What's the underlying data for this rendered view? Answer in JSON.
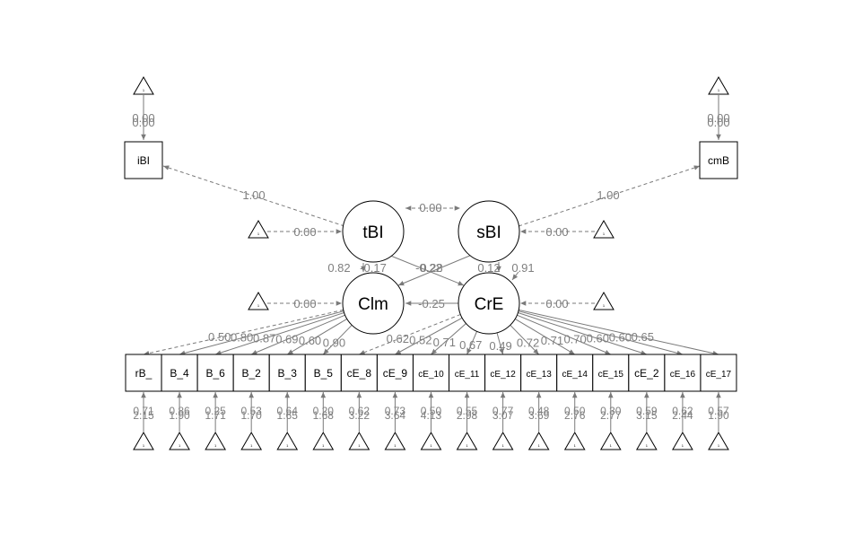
{
  "one_symbol": "1",
  "latents": {
    "tBI": "tBI",
    "sBI": "sBI",
    "Clm": "Clm",
    "CrE": "CrE"
  },
  "observed": {
    "iBI": "iBI",
    "cmB": "cmB",
    "bottom": [
      "rB_",
      "B_4",
      "B_6",
      "B_2",
      "B_3",
      "B_5",
      "cE_8",
      "cE_9",
      "cE_10",
      "cE_11",
      "cE_12",
      "cE_13",
      "cE_14",
      "cE_15",
      "cE_2",
      "cE_16",
      "cE_17"
    ]
  },
  "top_residuals": {
    "iBI": [
      "0.00",
      "0.00"
    ],
    "cmB": [
      "0.00",
      "0.00"
    ]
  },
  "bottom_residuals": [
    [
      "0.71",
      "2.15"
    ],
    [
      "0.86",
      "1.90"
    ],
    [
      "0.25",
      "1.71"
    ],
    [
      "0.53",
      "1.70"
    ],
    [
      "0.64",
      "1.65"
    ],
    [
      "0.20",
      "1.68"
    ],
    [
      "0.62",
      "3.22"
    ],
    [
      "0.73",
      "3.64"
    ],
    [
      "0.50",
      "4.13"
    ],
    [
      "0.55",
      "2.98"
    ],
    [
      "0.77",
      "3.07"
    ],
    [
      "0.48",
      "3.69"
    ],
    [
      "0.50",
      "2.76"
    ],
    [
      "0.30",
      "2.77"
    ],
    [
      "0.59",
      "3.15"
    ],
    [
      "0.62",
      "2.44"
    ],
    [
      "0.57",
      "1.90"
    ]
  ],
  "paths": {
    "tBI_iBI": "1.00",
    "sBI_cmB": "1.00",
    "tBI_sBI": "0.00",
    "int_tBI": "0.00",
    "int_sBI": "0.00",
    "int_Clm": "0.00",
    "int_CrE": "0.00",
    "tBI_Clm": "0.82",
    "tBI_CrE": "-0.17",
    "sBI_Clm_a": "-0.22",
    "sBI_Clm_b": "0.28",
    "sBI_CrE": "0.12",
    "CrE_res": "0.91",
    "Clm_CrE": "-0.25"
  },
  "clm_loadings": [
    "0.50",
    "0.80",
    "0.87",
    "0.69",
    "0.60",
    "0.90"
  ],
  "cre_loadings": [
    "0.62",
    "0.52",
    "0.71",
    "0.67",
    "0.49",
    "0.72",
    "0.71",
    "0.70",
    "0.60",
    "0.60",
    "0.65"
  ]
}
